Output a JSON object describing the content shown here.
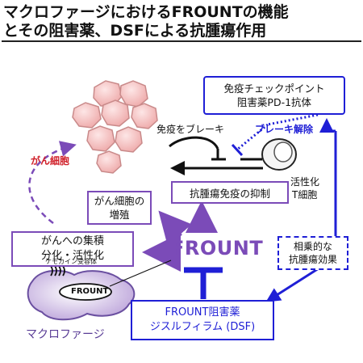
{
  "title": {
    "line1": "マクロファージにおけるFROUNTの機能",
    "line2": "とその阻害薬、DSFによる抗腫瘍作用"
  },
  "checkpoint_box": {
    "line1": "免疫チェックポイント",
    "line2": "阻害薬PD-1抗体"
  },
  "labels": {
    "brake": "免疫をブレーキ",
    "brake_release": "ブレーキ解除",
    "cancer_cell": "がん細胞",
    "t_cell_line1": "活性化",
    "t_cell_line2": "T細胞",
    "receptor": "ケモカイン受容体",
    "frount_small": "FROUNT",
    "frount_big": "FROUNT",
    "macrophage": "マクロファージ"
  },
  "boxes": {
    "antitumor": "抗腫瘍免疫の抑制",
    "proliferation_line1": "がん細胞の",
    "proliferation_line2": "増殖",
    "accumulation_line1": "がんへの集積",
    "accumulation_line2": "分化・活性化",
    "synergy_line1": "相乗的な",
    "synergy_line2": "抗腫瘍効果",
    "dsf_line1": "FROUNT阻害薬",
    "dsf_line2": "ジスルフィラム (DSF)"
  },
  "colors": {
    "purple": "#7b4bb8",
    "blue": "#1f1fd6",
    "red": "#d0202a",
    "cell_pink": "#f3c3c3"
  }
}
